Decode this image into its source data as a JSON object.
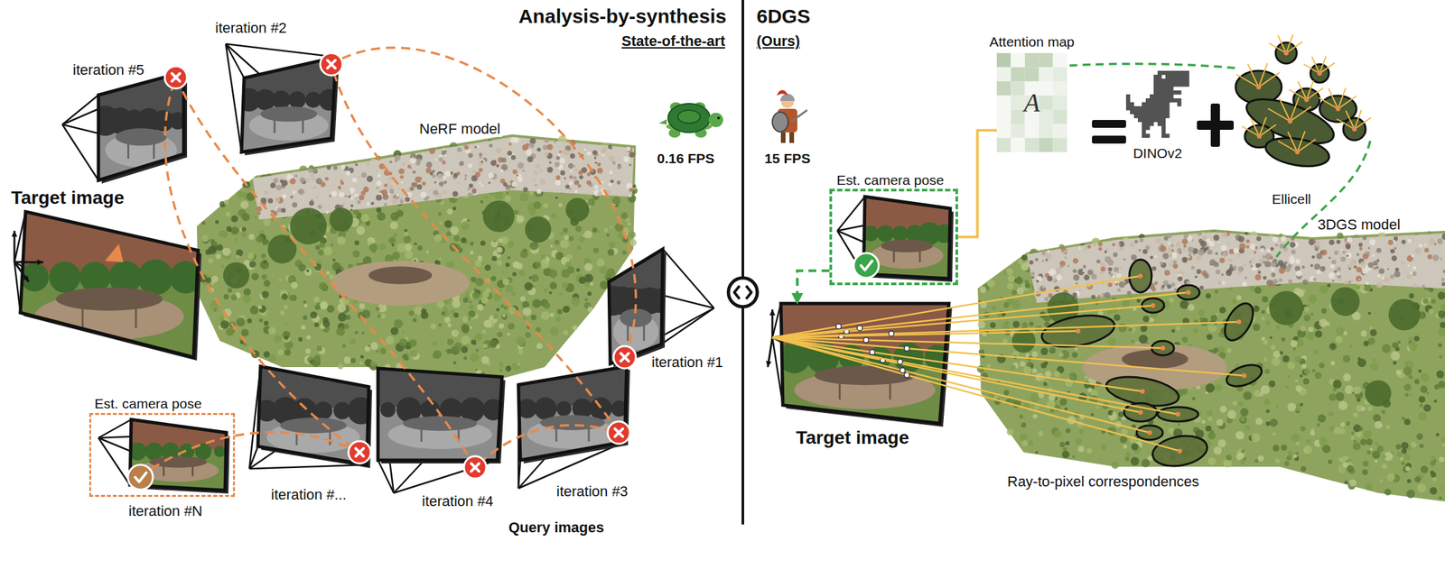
{
  "diagram": {
    "nodes": [
      {
        "text": [
          "Target image"
        ]
      },
      {
        "text": [
          "Est. camera pose",
          "iteration #N"
        ]
      },
      {
        "text": [
          "Attention map",
          "A"
        ]
      },
      {
        "text": [
          "Est. camera pose"
        ]
      },
      {
        "text": [
          "Target image"
        ]
      }
    ],
    "edges": [
      {
        "from": 2,
        "to": 3,
        "arrow": "none"
      },
      {
        "from": 3,
        "to": 4,
        "arrow": "to"
      }
    ],
    "labels": [
      "Analysis-by-synthesis",
      "State-of-the-art",
      "6DGS",
      "(Ours)",
      "0.16 FPS",
      "15 FPS",
      "iteration #5",
      "iteration #2",
      "NeRF model",
      "iteration #1",
      "iteration #...",
      "iteration #4",
      "iteration #3",
      "Query images",
      "DINOv2",
      "Ellicell",
      "3DGS model",
      "Ray-to-pixel correspondences"
    ]
  }
}
